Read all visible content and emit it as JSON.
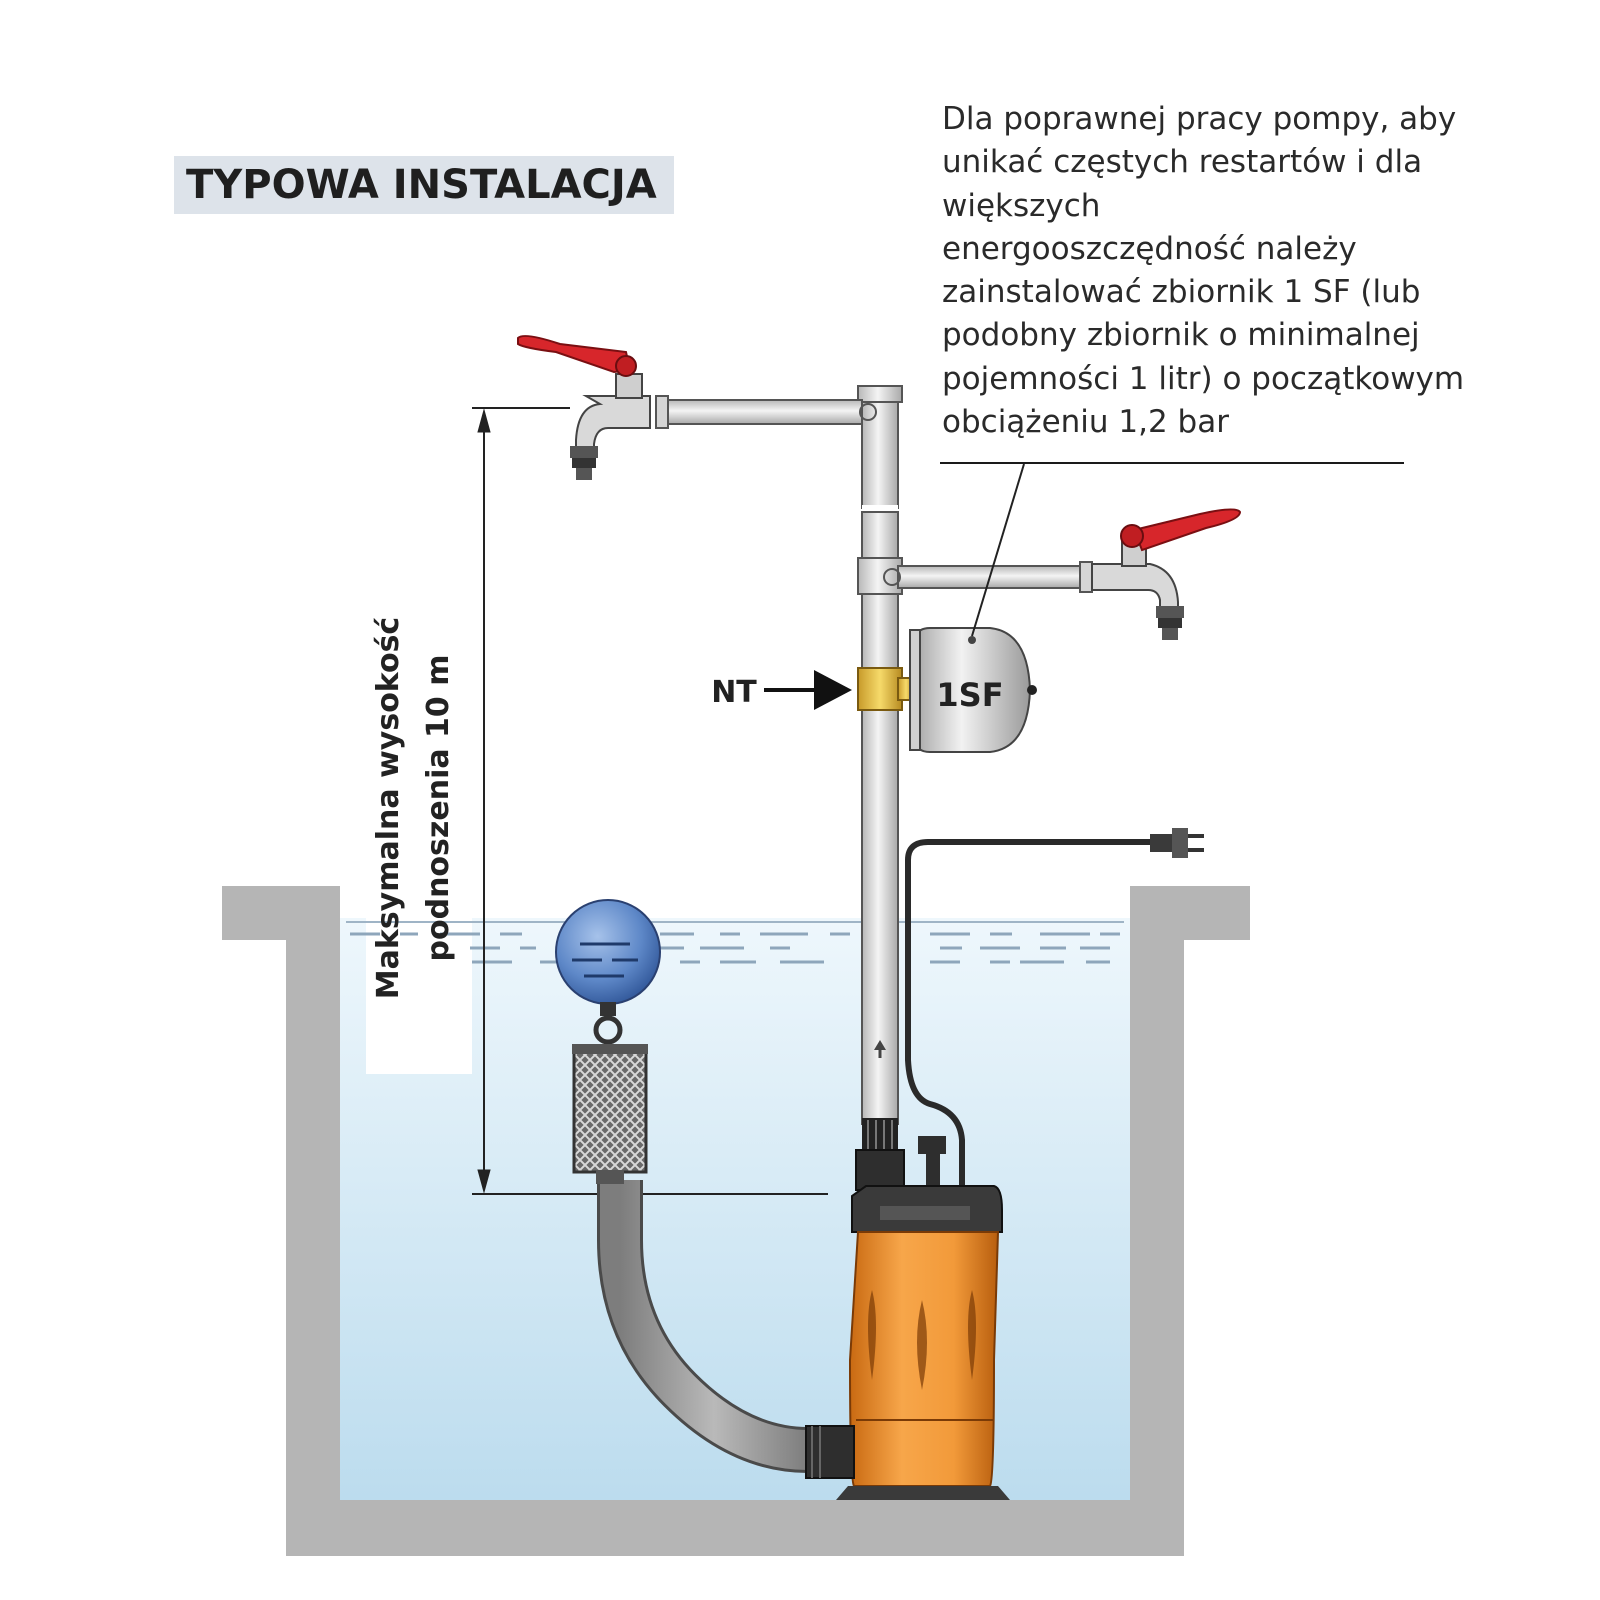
{
  "title": "TYPOWA INSTALACJA",
  "note_lines": [
    "Dla poprawnej pracy pompy, aby",
    "unikać częstych restartów i dla",
    "większych",
    "energooszczędność należy",
    "zainstalować zbiornik 1 SF (lub",
    "podobny zbiornik o minimalnej",
    "pojemności 1 litr) o początkowym",
    "obciążeniu 1,2 bar"
  ],
  "labels": {
    "nt": "NT",
    "tank": "1SF",
    "height_line1": "Maksymalna wysokość",
    "height_line2": "podnoszenia 10 m"
  },
  "colors": {
    "water": "#c8e3f2",
    "basin": "#b5b5b5",
    "pump_body": "#f29a3a",
    "valve_handle": "#d7262b",
    "float": "#5e88c8",
    "fitting": "#e6c14a"
  }
}
